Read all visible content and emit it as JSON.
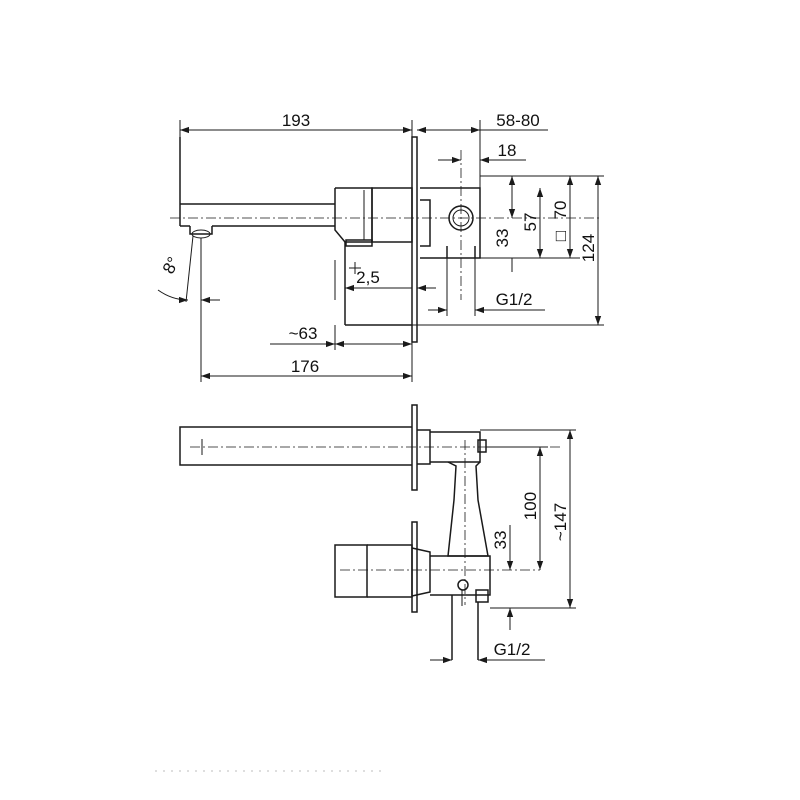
{
  "top_view": {
    "dims": {
      "spout_length": "193",
      "wall_depth": "58-80",
      "offset_18": "18",
      "height_70": "70",
      "plate_symbol": "□",
      "height_57": "57",
      "height_33": "33",
      "height_124": "124",
      "thickness": "2,5",
      "connection": "G1/2",
      "handle_length": "~63",
      "reach": "176",
      "angle": "8°"
    }
  },
  "front_view": {
    "dims": {
      "height_100": "100",
      "height_147": "~147",
      "height_33": "33",
      "connection": "G1/2"
    }
  }
}
